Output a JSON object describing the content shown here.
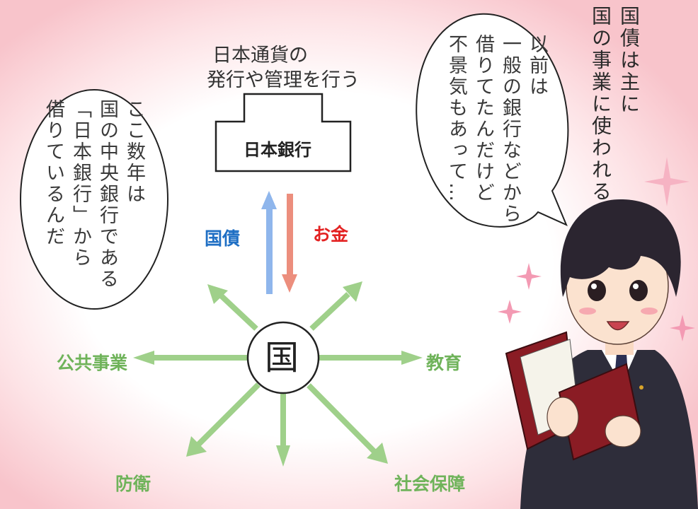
{
  "bank": {
    "caption_line1": "日本通貨の",
    "caption_line2": "発行や管理を行う",
    "name": "日本銀行"
  },
  "flows": {
    "bond_label": "国債",
    "bond_color": "#1f6fc4",
    "money_label": "お金",
    "money_color": "#e32222"
  },
  "center": {
    "label": "国"
  },
  "uses": {
    "public_works": "公共事業",
    "education": "教育",
    "defense": "防衛",
    "social_security": "社会保障"
  },
  "left_bubble": {
    "text": "ここ数年は\n国の中央銀行である\n「日本銀行」から\n借りているんだ"
  },
  "right_bubble": {
    "text": "以前は\n一般の銀行などから\n借りてたんだけど\n不景気もあって…"
  },
  "narration": {
    "text": "国債は主に\n国の事業に使われる"
  },
  "colors": {
    "arrow_green": "#9fd08a",
    "up_arrow": "#8fb6ec",
    "down_arrow": "#ec8e7d",
    "book": "#8a1c24"
  }
}
